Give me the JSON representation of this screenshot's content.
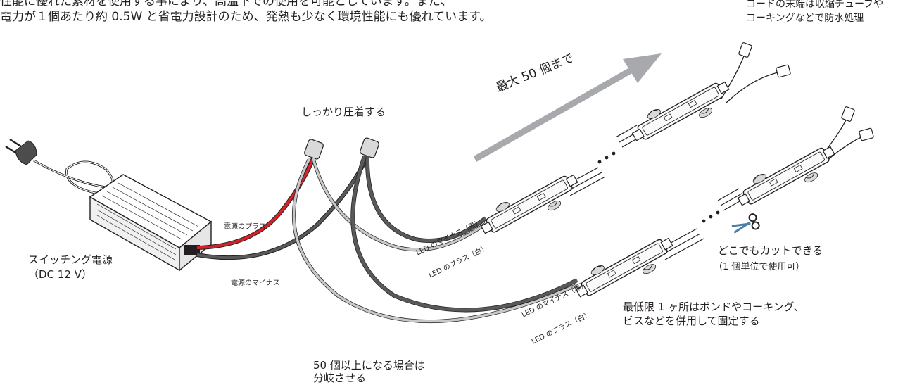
{
  "intro": {
    "line1": "性能に優れた素材を使用する事により、高温下での使用を可能としています。また、",
    "line2": "電力が１個あたり約 0.5W と省電力設計のため、発熱も少なく環境性能にも優れています。"
  },
  "labels": {
    "cord_end_1": "コードの末端は収縮チューブや",
    "cord_end_2": "コーキングなどで防水処理",
    "crimp": "しっかり圧着する",
    "max": "最大 50 個まで",
    "psu_1": "スイッチング電源",
    "psu_2": "（DC 12 V）",
    "power_plus": "電源のプラス",
    "power_minus": "電源のマイナス",
    "led_minus_black": "LED のマイナス（黒）",
    "led_plus_white": "LED のプラス（白）",
    "cut_1": "どこでもカットできる",
    "cut_2": "（1 個単位で使用可）",
    "fix_1": "最低限 1 ヶ所はボンドやコーキング、",
    "fix_2": "ビスなどを併用して固定する",
    "branch_1": "50 個以上になる場合は",
    "branch_2": "分岐させる"
  },
  "colors": {
    "red_wire": "#d2232a",
    "dark_wire": "#595959",
    "light_wire": "#c8c8c8",
    "arrow": "#a7a9ac",
    "scissors": "#4a7fa8"
  }
}
